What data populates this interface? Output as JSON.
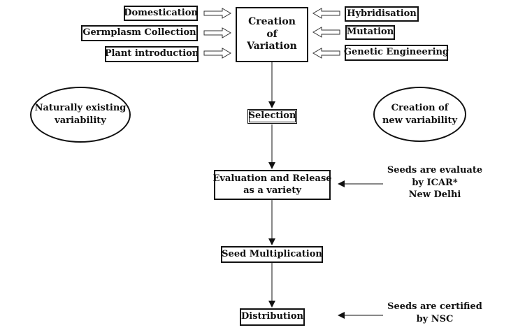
{
  "diagram": {
    "center": {
      "line1": "Creation",
      "line2": "of",
      "line3": "Variation"
    },
    "left_sources": [
      "Domestication",
      "Germplasm Collection",
      "Plant introduction"
    ],
    "right_sources": [
      "Hybridisation",
      "Mutation",
      "Genetic Engineering"
    ],
    "left_ellipse": {
      "line1": "Naturally existing",
      "line2": "variability"
    },
    "right_ellipse": {
      "line1": "Creation of",
      "line2": "new variability"
    },
    "steps": {
      "selection": "Selection",
      "evaluation_line1": "Evaluation and Release",
      "evaluation_line2": "as a variety",
      "multiplication": "Seed Multiplication",
      "distribution": "Distribution"
    },
    "notes": {
      "icar": {
        "line1": "Seeds are evaluate",
        "line2": "by ICAR*",
        "line3": "New Delhi"
      },
      "nsc": {
        "line1": "Seeds are certified",
        "line2": "by NSC"
      }
    }
  }
}
